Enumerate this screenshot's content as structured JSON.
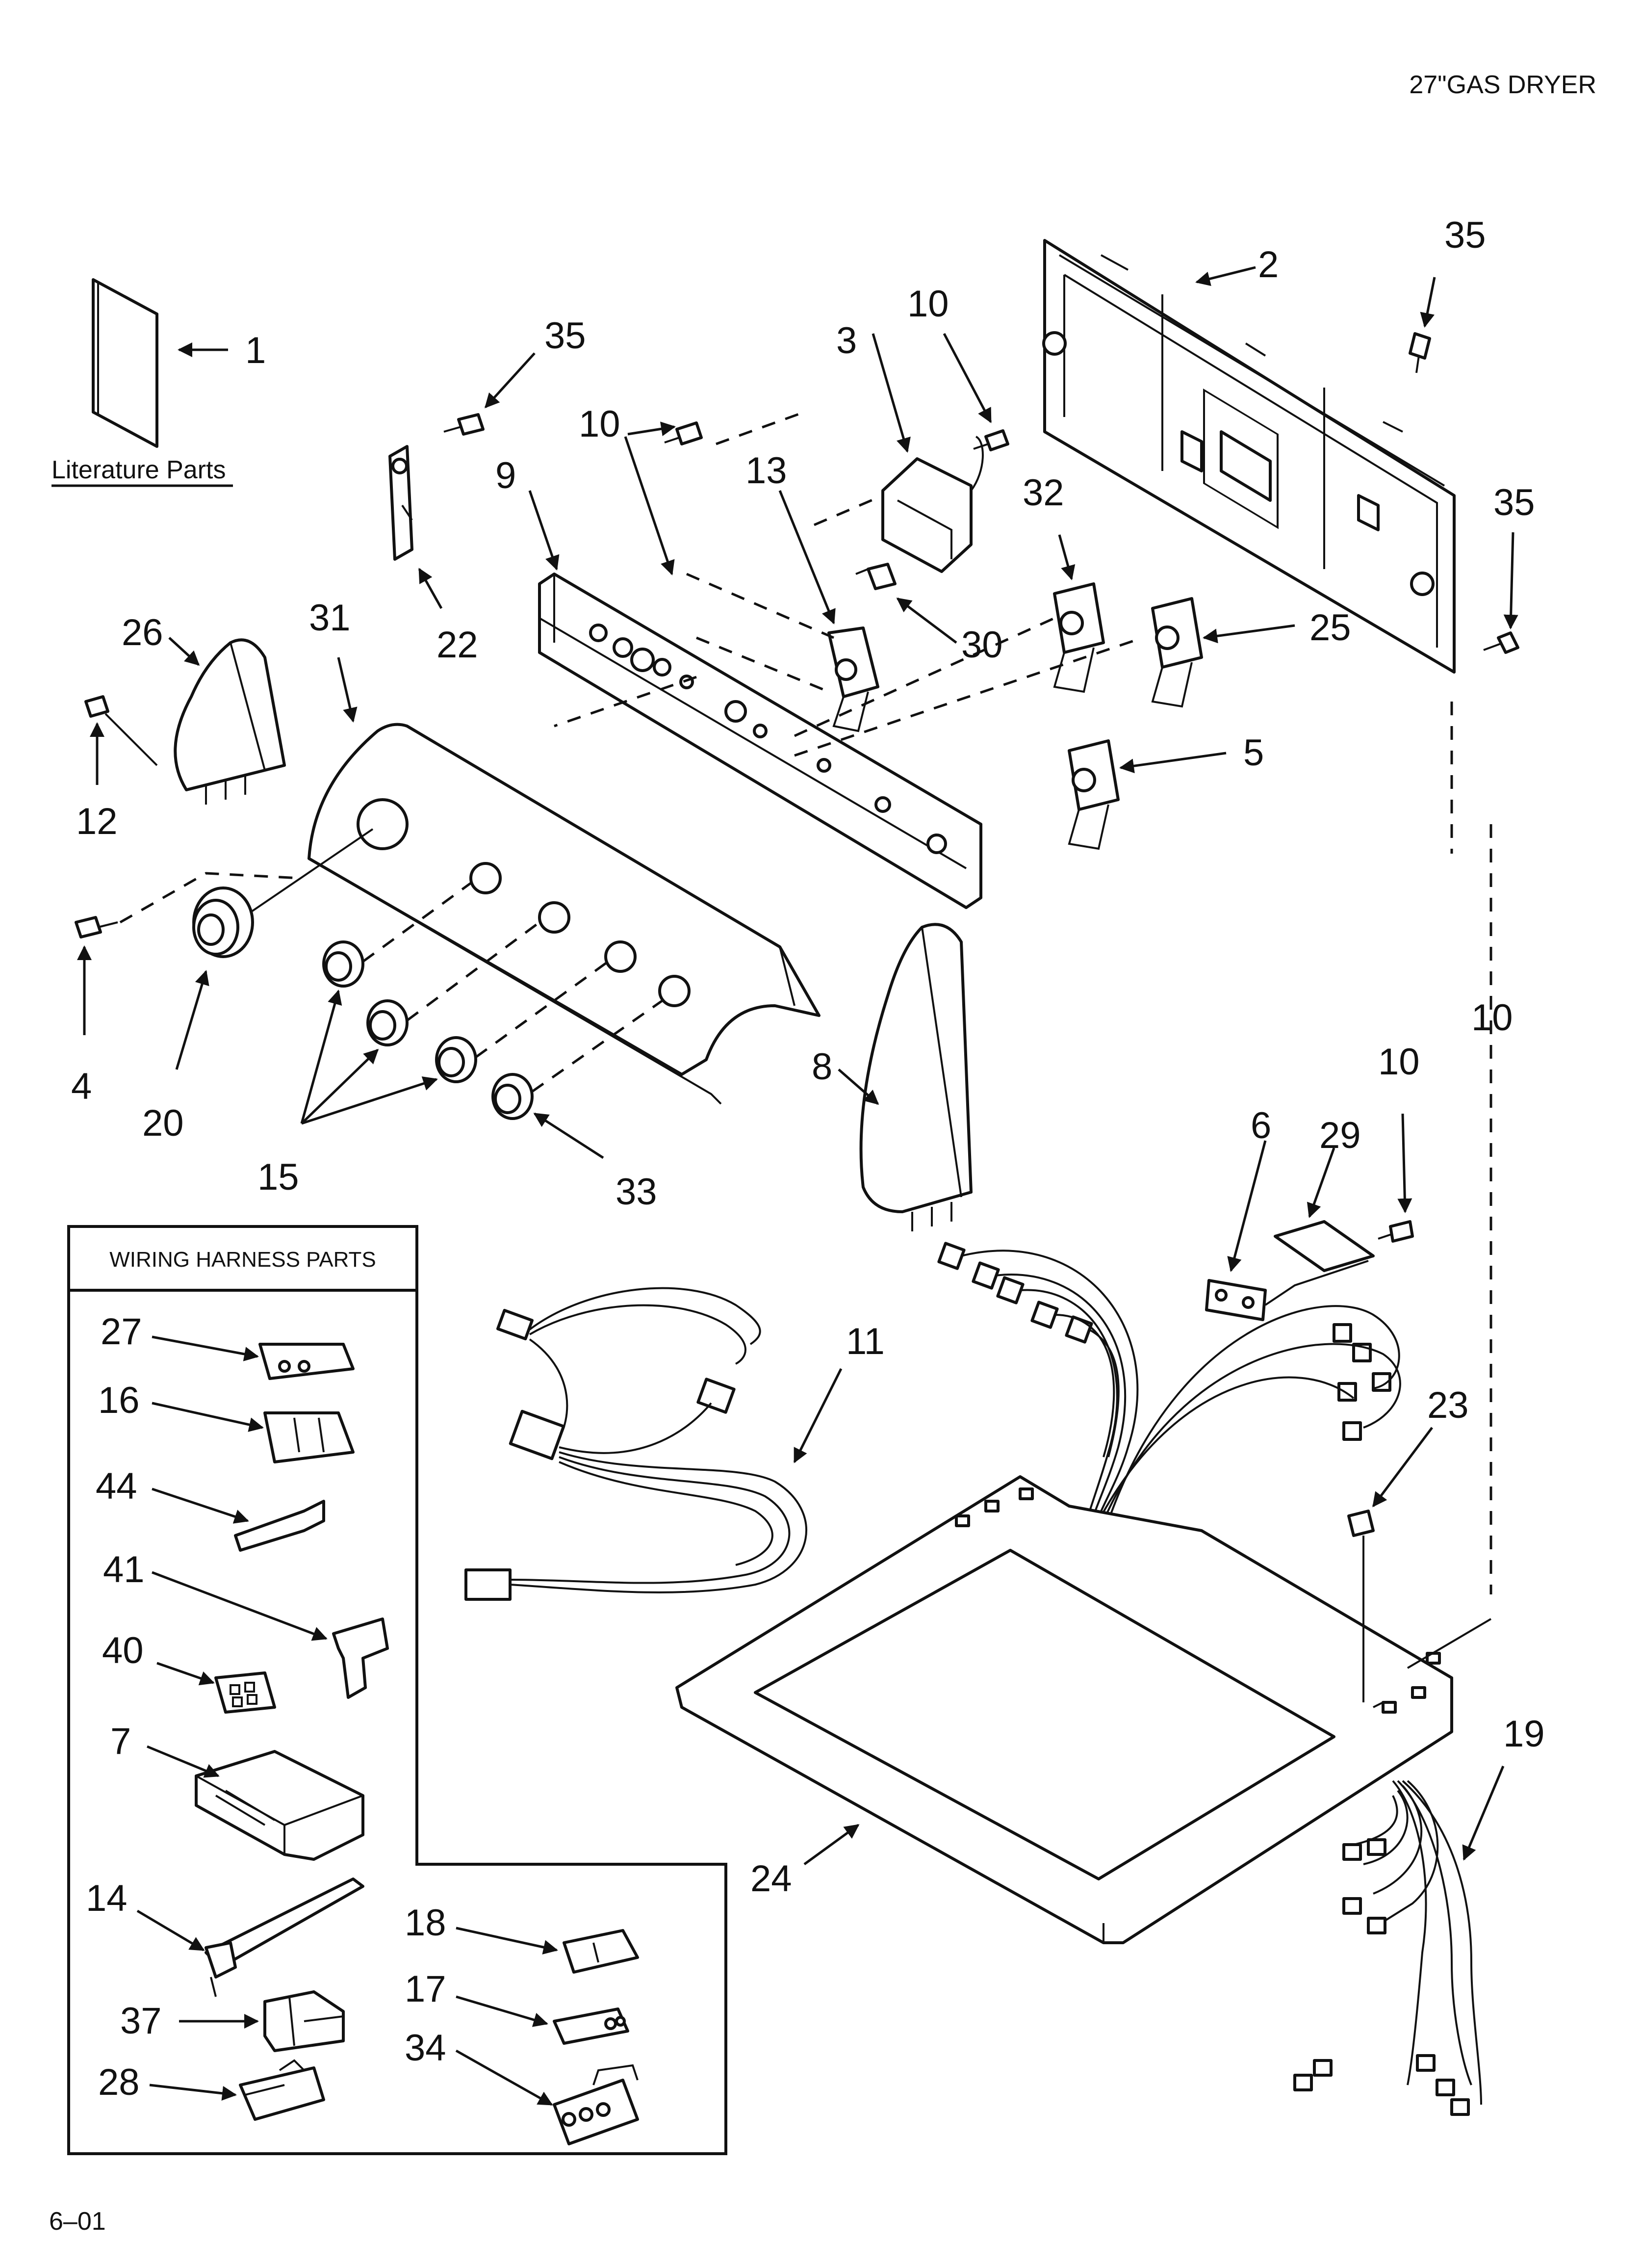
{
  "header": {
    "title": "27\"GAS DRYER"
  },
  "footer": {
    "code": "6–01"
  },
  "literature": {
    "caption": "Literature Parts"
  },
  "harness_box": {
    "title": "WIRING HARNESS PARTS"
  },
  "callouts": {
    "c1": "1",
    "c2": "2",
    "c3": "3",
    "c4": "4",
    "c5": "5",
    "c6": "6",
    "c7": "7",
    "c8": "8",
    "c9": "9",
    "c10a": "10",
    "c10b": "10",
    "c10c": "10",
    "c10d": "10",
    "c11": "11",
    "c12": "12",
    "c13": "13",
    "c14": "14",
    "c15": "15",
    "c16": "16",
    "c17": "17",
    "c18": "18",
    "c19": "19",
    "c20": "20",
    "c22": "22",
    "c23": "23",
    "c24": "24",
    "c25": "25",
    "c26": "26",
    "c27": "27",
    "c28": "28",
    "c29": "29",
    "c30": "30",
    "c31": "31",
    "c32": "32",
    "c33": "33",
    "c34": "34",
    "c35a": "35",
    "c35b": "35",
    "c35c": "35",
    "c37": "37",
    "c40": "40",
    "c41": "41",
    "c44": "44"
  }
}
